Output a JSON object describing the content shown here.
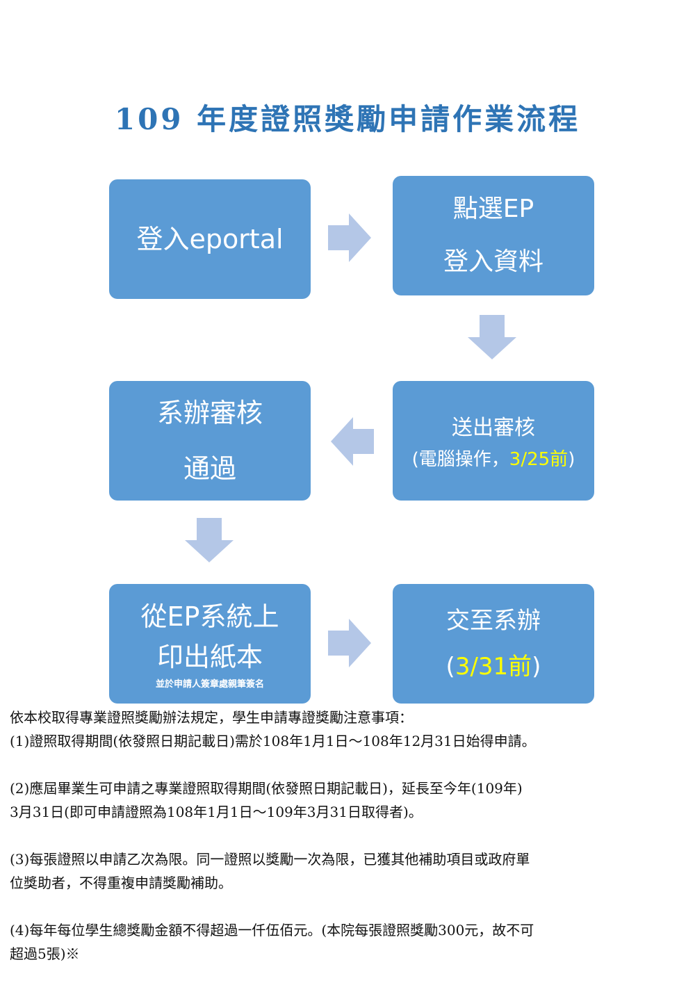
{
  "title": "109 年度證照獎勵申請作業流程",
  "colors": {
    "box_fill": "#5b9bd5",
    "arrow_fill": "#b4c7e7",
    "title": "#2e74b5",
    "highlight": "#ffff00"
  },
  "flow": {
    "step1": {
      "line1": "登入eportal"
    },
    "step2": {
      "line1": "點選EP",
      "line2": "登入資料"
    },
    "step3": {
      "line1": "送出審核",
      "line2_pre": "(電腦操作，",
      "line2_hl": "3/25前",
      "line2_post": ")"
    },
    "step4": {
      "line1": "系辦審核",
      "line2": "通過"
    },
    "step5": {
      "line1": "從EP系統上",
      "line2": "印出紙本",
      "note": "並於申請人簽章處親筆簽名"
    },
    "step6": {
      "line1": "交至系辦",
      "line2_pre": "(",
      "line2_hl": "3/31前",
      "line2_post": ")"
    }
  },
  "arrows": [
    "arrow-right-icon",
    "arrow-down-icon",
    "arrow-left-icon",
    "arrow-down-icon",
    "arrow-right-icon"
  ],
  "notes": {
    "intro": "依本校取得專業證照獎勵辦法規定，學生申請專證獎勵注意事項：",
    "item1": "(1)證照取得期間(依發照日期記載日)需於108年1月1日～108年12月31日始得申請。",
    "item2a": "(2)應屆畢業生可申請之專業證照取得期間(依發照日期記載日)，延長至今年(109年)",
    "item2b": "3月31日(即可申請證照為108年1月1日～109年3月31日取得者)。",
    "item3a": "(3)每張證照以申請乙次為限。同一證照以獎勵一次為限，已獲其他補助項目或政府單",
    "item3b": "位獎助者，不得重複申請獎勵補助。",
    "item4a": "(4)每年每位學生總獎勵金額不得超過一仟伍佰元。(本院每張證照獎勵300元，故不可",
    "item4b": "超過5張)※"
  }
}
